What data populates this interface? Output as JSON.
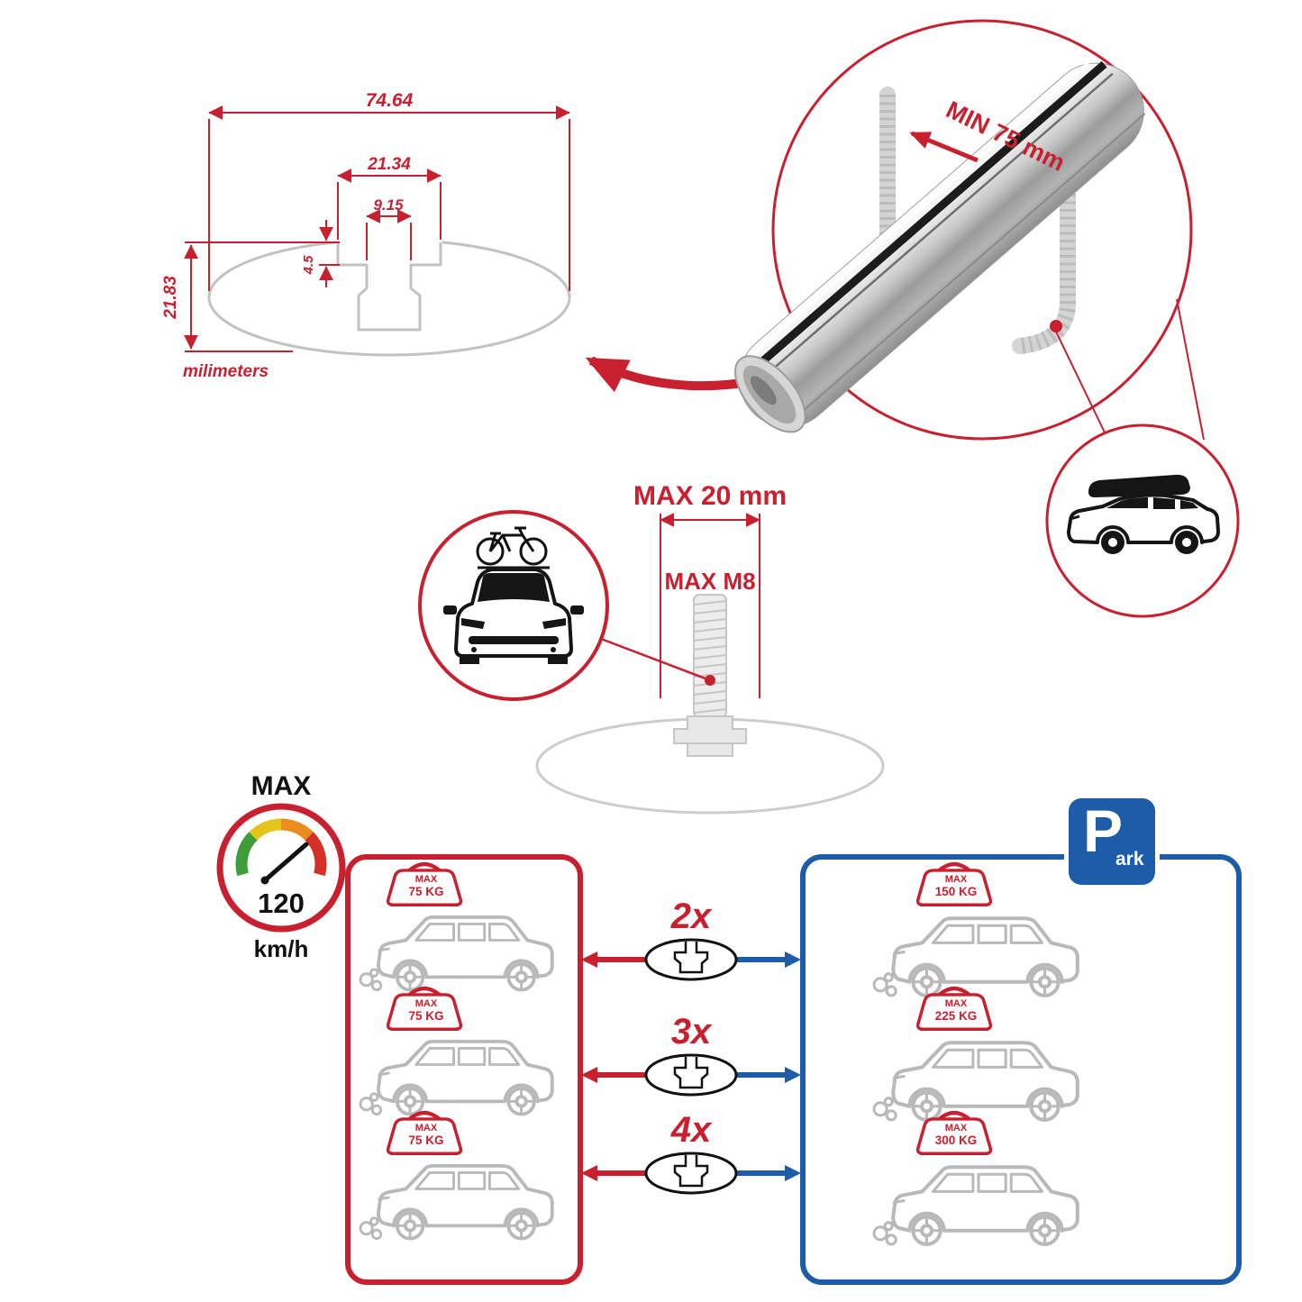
{
  "colors": {
    "red": "#c8202f",
    "blue": "#1c5ca8",
    "line_art_gray": "#b9b9b9",
    "gauge_segments": [
      "#3f9c3a",
      "#e3c51c",
      "#ea8c1e",
      "#d43028"
    ]
  },
  "cross_section": {
    "total_width": "74.64",
    "channel_outer_width": "21.34",
    "channel_inner_width": "9.15",
    "channel_depth": "4.5",
    "total_height": "21.83",
    "unit_label": "milimeters"
  },
  "bar_callout": {
    "min_label": "MIN 75 mm"
  },
  "bolt_callout": {
    "max_width": "MAX 20 mm",
    "max_thread": "MAX M8"
  },
  "speed_limit": {
    "title": "MAX",
    "value": "120",
    "unit": "km/h"
  },
  "driving_load": {
    "cars": [
      {
        "max": "MAX",
        "weight": "75 KG"
      },
      {
        "max": "MAX",
        "weight": "75 KG"
      },
      {
        "max": "MAX",
        "weight": "75 KG"
      }
    ]
  },
  "bar_options": [
    {
      "count": "2x"
    },
    {
      "count": "3x"
    },
    {
      "count": "4x"
    }
  ],
  "parked_load": {
    "cars": [
      {
        "max": "MAX",
        "weight": "150 KG"
      },
      {
        "max": "MAX",
        "weight": "225 KG"
      },
      {
        "max": "MAX",
        "weight": "300 KG"
      }
    ]
  },
  "park_sign": {
    "letter": "P",
    "suffix": "ark"
  }
}
